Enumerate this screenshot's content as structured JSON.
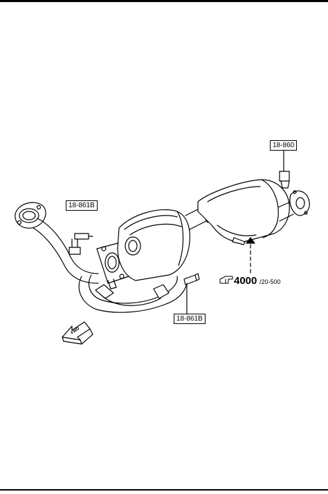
{
  "labels": {
    "sensor_top": "18-860",
    "sensor_left": "18-861B",
    "sensor_bottom": "18-861B"
  },
  "reference": {
    "main": "4000",
    "sub": "/20-500"
  },
  "direction_arrow": {
    "text": "FWD"
  }
}
